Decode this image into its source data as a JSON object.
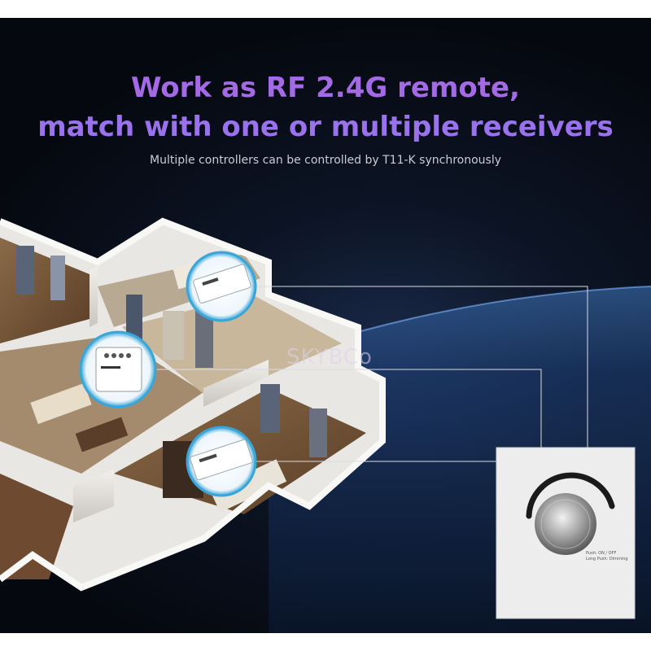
{
  "headline": {
    "line1": "Work as RF 2.4G remote,",
    "line2": "match with one or multiple receivers"
  },
  "subtitle": "Multiple controllers can be controlled by T11-K synchronously",
  "watermark": "SKYBCo",
  "panel_label": {
    "line1": "Push: ON / OFF",
    "line2": "Long Push: Dimming"
  },
  "colors": {
    "headline": "#a46ae6",
    "background": "#0c1424",
    "connector": "#d8dce4"
  },
  "icons": [
    "apartment-floorplan-image",
    "receiver-module-icon",
    "rotary-dimmer-panel-icon"
  ]
}
